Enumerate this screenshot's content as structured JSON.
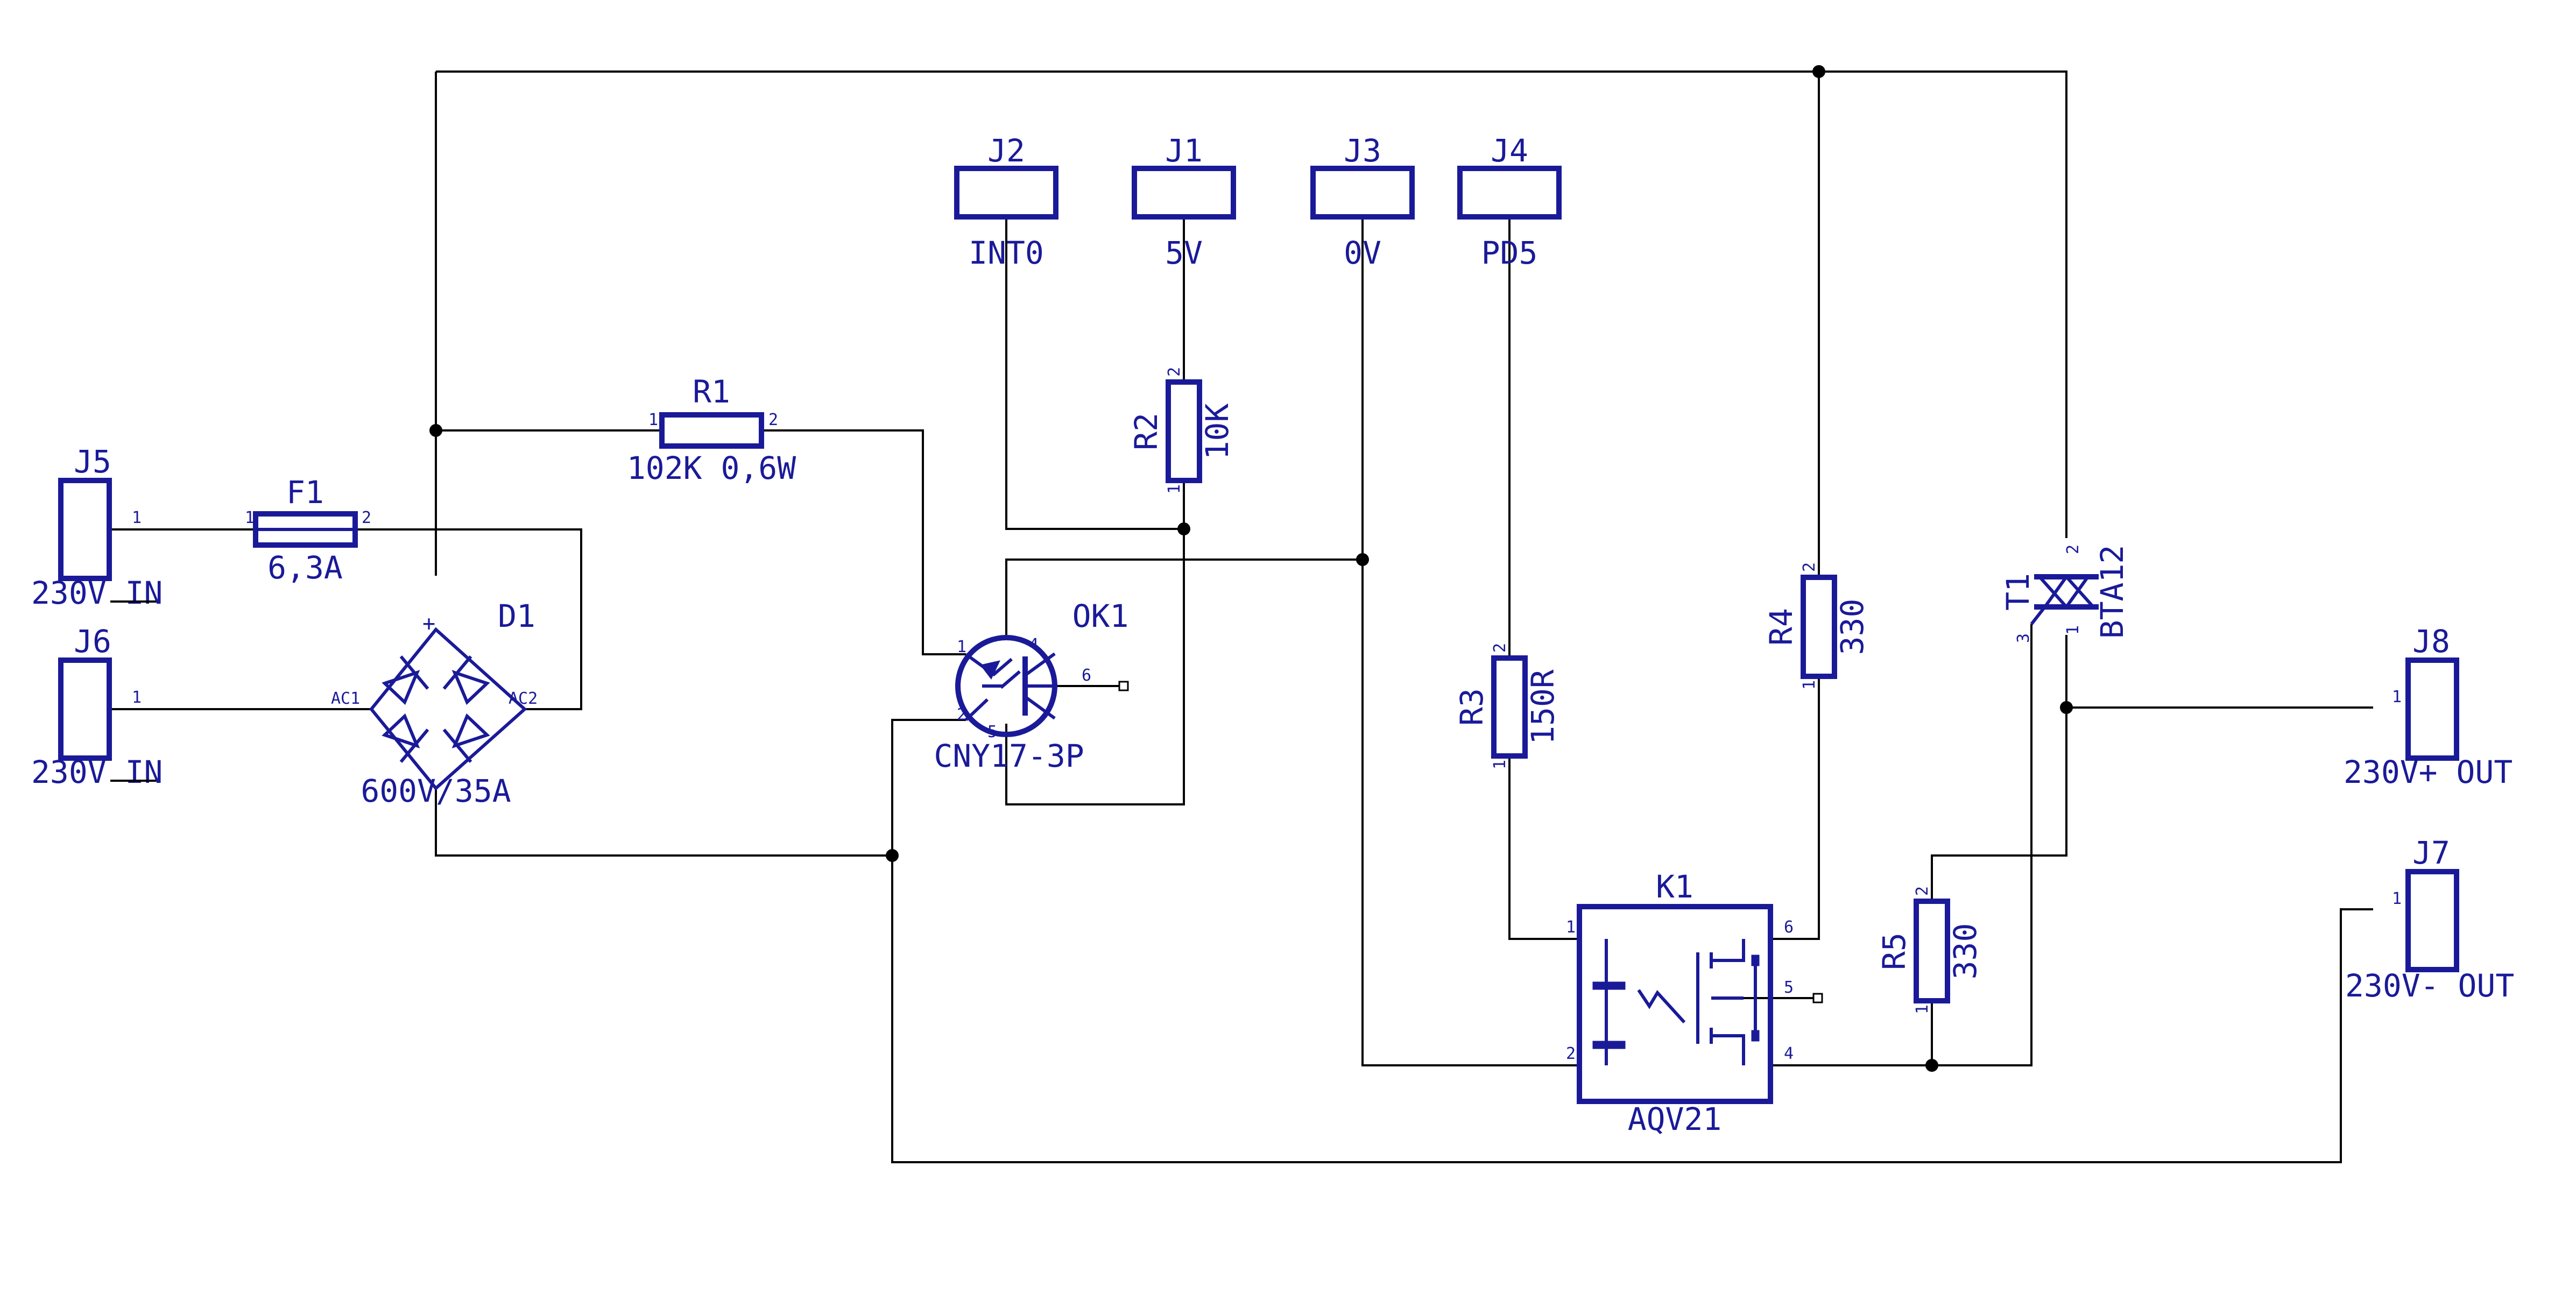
{
  "colors": {
    "ink": "#1a1a99",
    "wire": "#000000",
    "background": "#ffffff"
  },
  "connectors": {
    "J1": {
      "ref": "J1",
      "net": "5V"
    },
    "J2": {
      "ref": "J2",
      "net": "INT0"
    },
    "J3": {
      "ref": "J3",
      "net": "0V"
    },
    "J4": {
      "ref": "J4",
      "net": "PD5"
    },
    "J5": {
      "ref": "J5",
      "label": "230V  IN",
      "pin": "1"
    },
    "J6": {
      "ref": "J6",
      "label": "230V  IN",
      "pin": "1"
    },
    "J7": {
      "ref": "J7",
      "label": "230V- OUT",
      "pin": "1"
    },
    "J8": {
      "ref": "J8",
      "label": "230V+ OUT",
      "pin": "1"
    }
  },
  "fuse": {
    "ref": "F1",
    "value": "6,3A",
    "pin1": "1",
    "pin2": "2"
  },
  "bridge": {
    "ref": "D1",
    "value": "600V/35A",
    "ac1": "AC1",
    "ac2": "AC2",
    "plus": "+",
    "minus": "-"
  },
  "resistors": {
    "R1": {
      "ref": "R1",
      "value": "102K 0,6W",
      "pin1": "1",
      "pin2": "2"
    },
    "R2": {
      "ref": "R2",
      "value": "10K",
      "pin1": "1",
      "pin2": "2"
    },
    "R3": {
      "ref": "R3",
      "value": "150R",
      "pin1": "1",
      "pin2": "2"
    },
    "R4": {
      "ref": "R4",
      "value": "330",
      "pin1": "1",
      "pin2": "2"
    },
    "R5": {
      "ref": "R5",
      "value": "330",
      "pin1": "1",
      "pin2": "2"
    }
  },
  "optocoupler": {
    "ref": "OK1",
    "value": "CNY17-3P",
    "pins": [
      "1",
      "2",
      "4",
      "5",
      "6"
    ]
  },
  "relay": {
    "ref": "K1",
    "value": "AQV21",
    "pins": [
      "1",
      "2",
      "4",
      "5",
      "6"
    ]
  },
  "triac": {
    "ref": "T1",
    "value": "BTA12",
    "pins": [
      "1",
      "2",
      "3"
    ]
  }
}
